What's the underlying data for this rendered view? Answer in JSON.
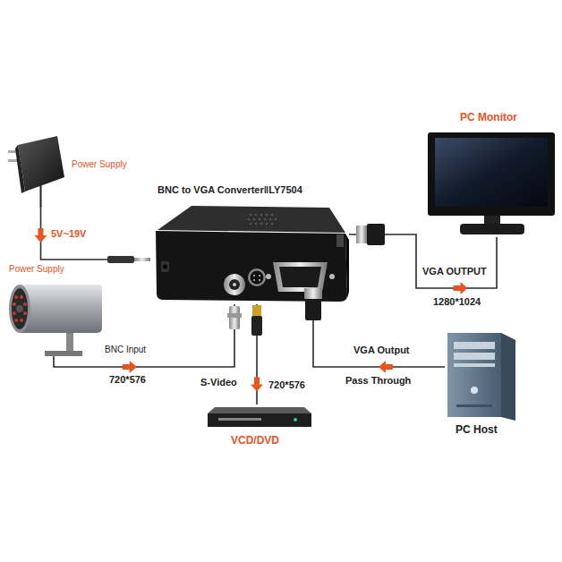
{
  "diagram": {
    "nodes": [
      {
        "text": [
          "Power Supply"
        ]
      },
      {
        "text": [
          "BNC to VGA Converter‖LY7504"
        ]
      },
      {
        "text": [
          "PC Monitor"
        ]
      },
      {
        "text": [
          "Power Supply"
        ]
      },
      {
        "text": [
          "VCD/DVD"
        ]
      },
      {
        "text": [
          "PC Host"
        ]
      }
    ],
    "edges": [
      {
        "from": 0,
        "to": 1,
        "label": "5V~19V",
        "arrow": "to"
      },
      {
        "from": 3,
        "to": 1,
        "label": "BNC Input",
        "arrow": "to"
      },
      {
        "from": 1,
        "to": 4,
        "label": "720*576",
        "arrow": "to"
      },
      {
        "from": 5,
        "to": 1,
        "label": "VGA Output",
        "arrow": "to"
      },
      {
        "from": 1,
        "to": 2,
        "label": "VGA OUTPUT",
        "arrow": "to"
      }
    ],
    "labels": [
      "720*576",
      "S-Video",
      "Pass Through",
      "1280*1024"
    ]
  }
}
